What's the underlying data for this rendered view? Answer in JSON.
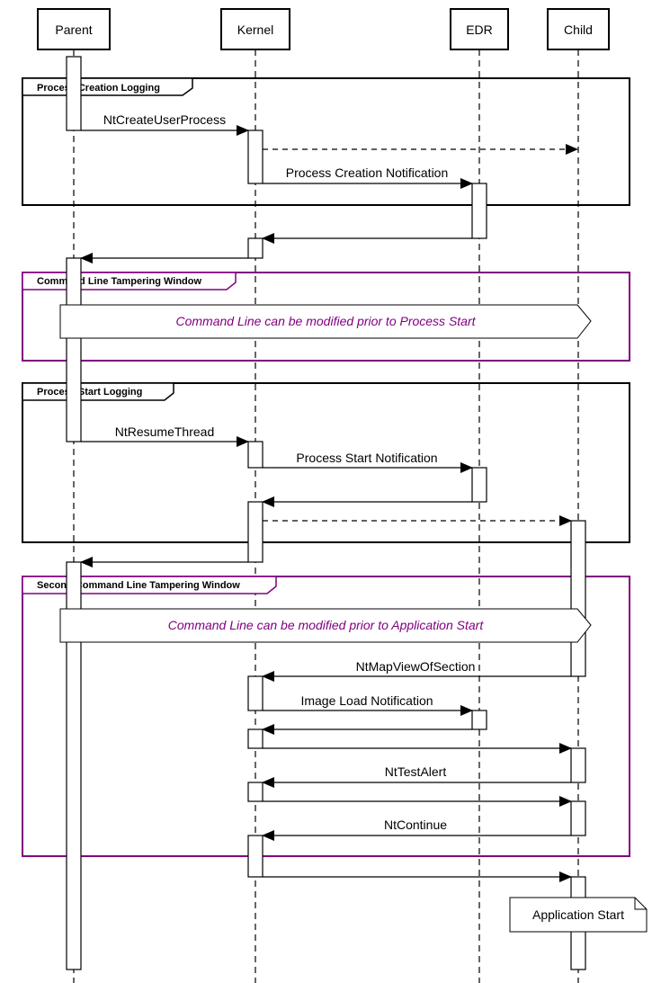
{
  "participants": {
    "parent": "Parent",
    "kernel": "Kernel",
    "edr": "EDR",
    "child": "Child"
  },
  "frames": {
    "process_creation_logging": "Process Creation Logging",
    "command_line_tampering_window": "Command Line Tampering Window",
    "process_start_logging": "Process Start Logging",
    "second_command_line_tampering_window": "Second Command Line Tampering Window"
  },
  "bands": {
    "before_process_start": "Command Line can be modified prior to Process Start",
    "before_application_start": "Command Line can be modified prior to Application Start"
  },
  "messages": {
    "nt_create_user_process": "NtCreateUserProcess",
    "process_creation_notification": "Process Creation Notification",
    "nt_resume_thread": "NtResumeThread",
    "process_start_notification": "Process Start Notification",
    "nt_map_view_of_section": "NtMapViewOfSection",
    "image_load_notification": "Image Load Notification",
    "nt_test_alert": "NtTestAlert",
    "nt_continue": "NtContinue"
  },
  "note": {
    "application_start": "Application Start"
  },
  "colors": {
    "line": "#000000",
    "frame_logging": "#000000",
    "frame_tampering": "#800080",
    "band_text": "#800080",
    "background": "#ffffff"
  }
}
